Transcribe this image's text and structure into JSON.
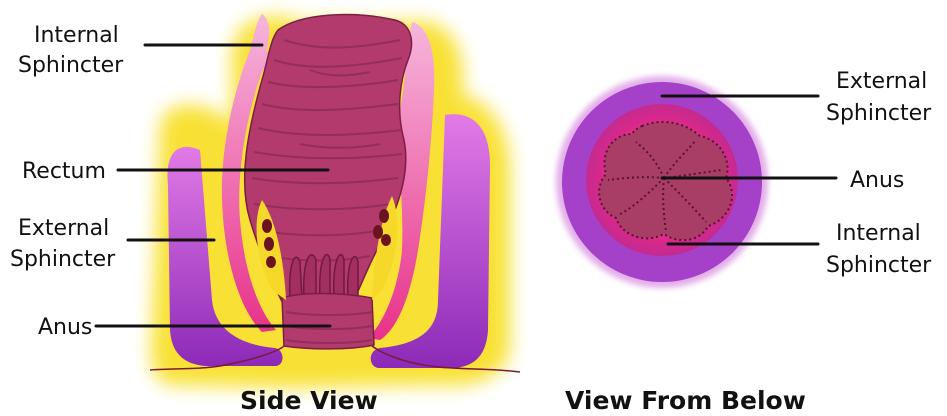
{
  "side_view": {
    "caption": "Side View",
    "labels": {
      "internal_sphincter_1": "Internal",
      "internal_sphincter_2": "Sphincter",
      "rectum": "Rectum",
      "external_sphincter_1": "External",
      "external_sphincter_2": "Sphincter",
      "anus": "Anus"
    }
  },
  "below_view": {
    "caption": "View From Below",
    "labels": {
      "external_sphincter_1": "External",
      "external_sphincter_2": "Sphincter",
      "anus": "Anus",
      "internal_sphincter_1": "Internal",
      "internal_sphincter_2": "Sphincter"
    }
  },
  "colors": {
    "glow": "#f6dd2e",
    "external_sphincter": "#a540c8",
    "internal_sphincter": "#f090c8",
    "rectum": "#b8386e",
    "anus_inner": "#a83e66",
    "hot_pink": "#e8328a",
    "fat_pads": "#6b1420"
  }
}
